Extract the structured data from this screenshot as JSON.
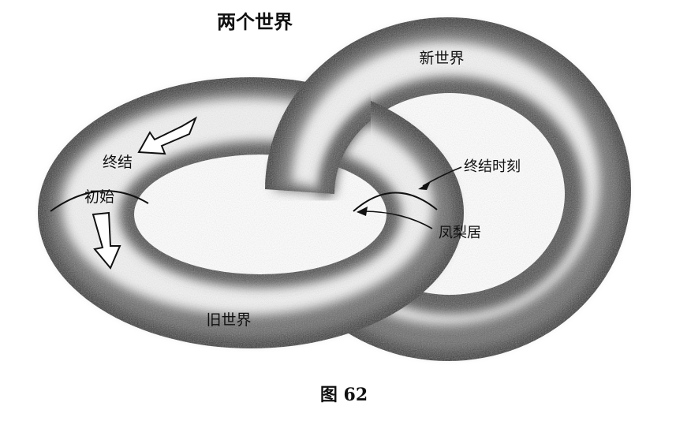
{
  "title": "两个世界",
  "caption": "图 62",
  "labels": {
    "new_world": "新世界",
    "old_world": "旧世界",
    "end": "终结",
    "beginning": "初始",
    "moment_of_ending": "终结时刻",
    "fengliju": "凤梨居"
  },
  "colors": {
    "ring_shadow": "#2a2a2a",
    "ring_body": "#6e6e6e",
    "ring_highlight": "#f4f4f4",
    "background": "#ffffff"
  }
}
